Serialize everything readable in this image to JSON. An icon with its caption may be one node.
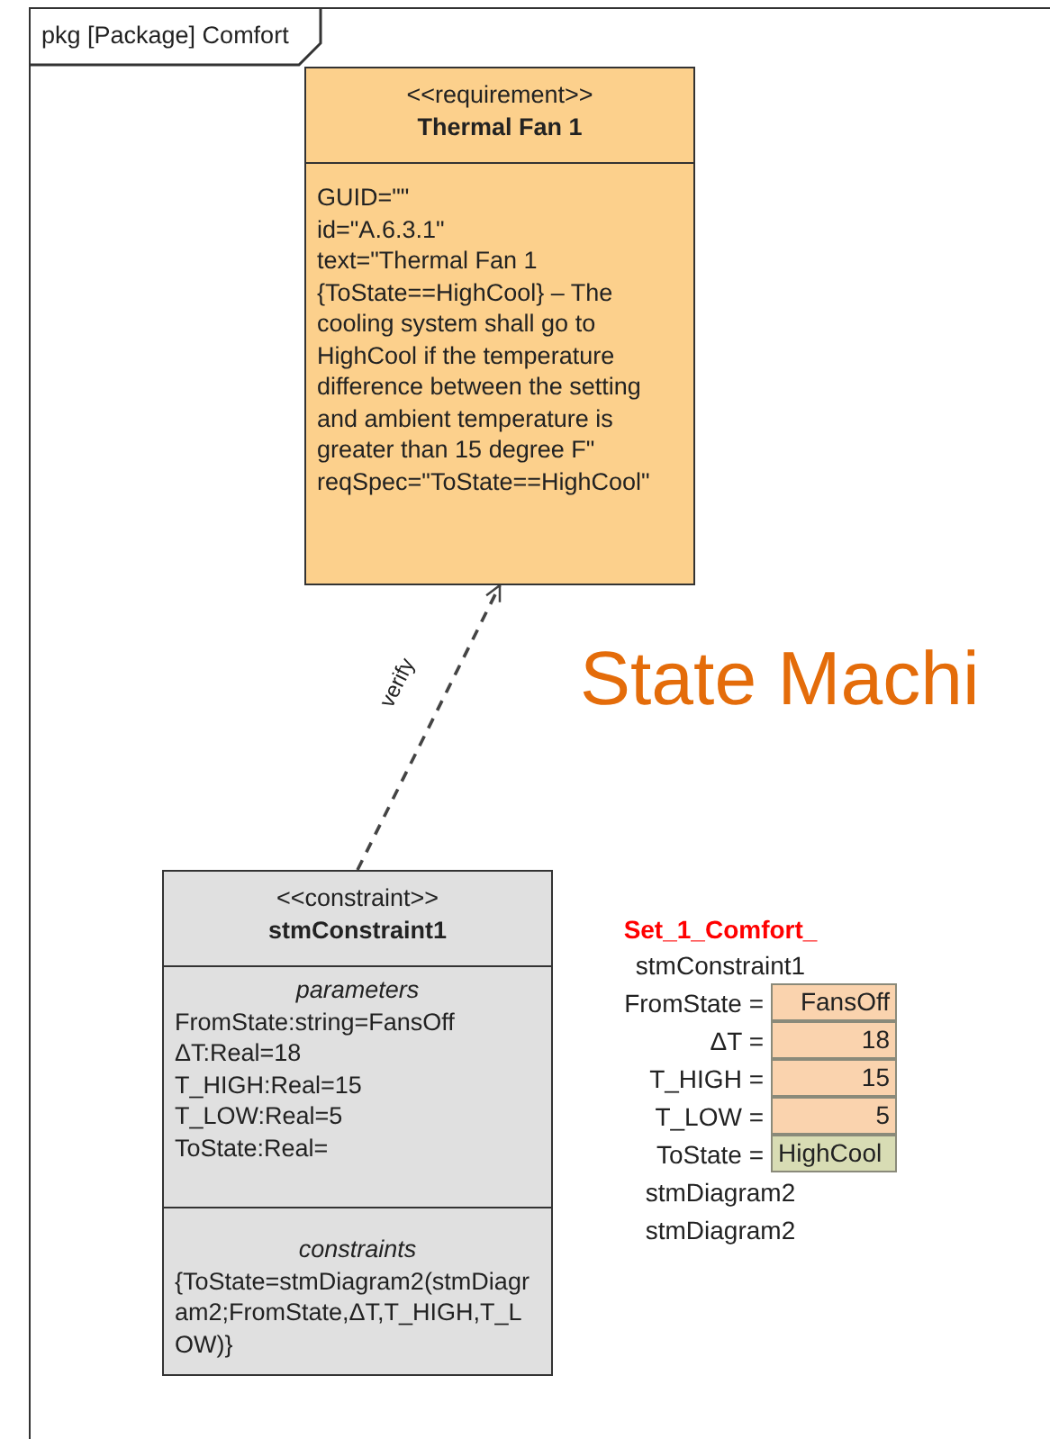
{
  "diagram": {
    "nodes": [
      {
        "text": [
          "pkg [Package] Comfort"
        ]
      },
      {
        "text": [
          "<<requirement>>",
          "Thermal Fan 1",
          "GUID=\"\"",
          "id=\"A.6.3.1\"",
          "text=\"Thermal Fan 1 {ToState==HighCool} – The cooling system shall go to HighCool if the temperature difference between the setting and ambient temperature is greater than 15 degree F\"",
          "reqSpec=\"ToState==HighCool\""
        ],
        "in": 0
      },
      {
        "text": [
          "<<constraint>>",
          "stmConstraint1",
          "parameters",
          "FromState:string=FansOff",
          "ΔT:Real=18",
          "T_HIGH:Real=15",
          "T_LOW:Real=5",
          "ToState:Real=",
          "constraints",
          "{ToState=stmDiagram2(stmDiagram2;FromState,ΔT,T_HIGH,T_LOW)}"
        ],
        "in": 0
      }
    ],
    "edges": [
      {
        "from": 2,
        "to": 1,
        "arrow": "to",
        "label": "verify",
        "style": "dashed"
      }
    ],
    "labels": [
      "State Machi",
      "Set_1_Comfort_",
      "stmConstraint1",
      "FromState =",
      "FansOff",
      "ΔT =",
      "18",
      "T_HIGH =",
      "15",
      "T_LOW =",
      "5",
      "ToState =",
      "HighCool",
      "stmDiagram2",
      "stmDiagram2"
    ]
  }
}
